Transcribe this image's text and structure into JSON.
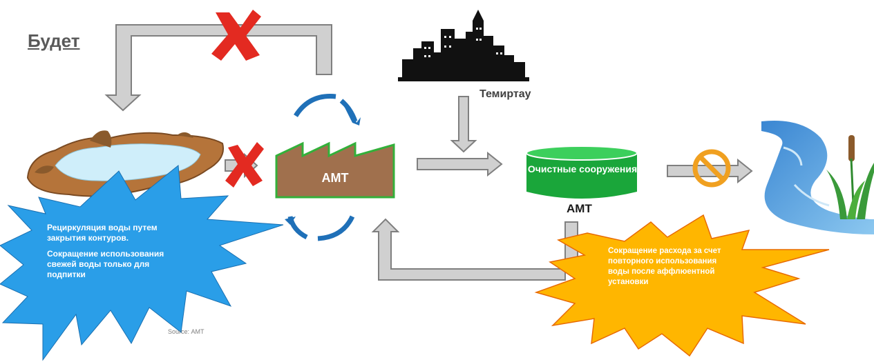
{
  "title": "Будет",
  "city": {
    "label": "Темиртау"
  },
  "factory": {
    "label": "АМТ"
  },
  "treatment_plant": {
    "label": "Очистные сооружения",
    "sub_label": "АМТ"
  },
  "blue_callout": {
    "line1": "Рециркуляция воды путем закрытия контуров.",
    "line2": "Сокращение использования свежей воды только для подпитки"
  },
  "orange_callout": {
    "text": "Сокращение расхода за счет повторного использования воды после аффлюентной установки"
  },
  "source": "Source: АМТ",
  "colors": {
    "arrow_fill": "#d0d0d0",
    "arrow_stroke": "#7f7f7f",
    "cross": "#e32a21",
    "factory_fill": "#a0704d",
    "factory_stroke": "#33b03a",
    "plant_fill": "#1aa63a",
    "blue_star": "#2a9ee8",
    "orange_star": "#ffb600",
    "cycle_arrow": "#1f70b8",
    "river": "#5aa8e0"
  }
}
